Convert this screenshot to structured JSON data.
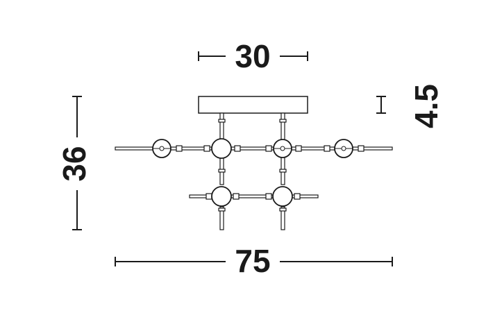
{
  "dimensions": {
    "top_width": "30",
    "overall_height": "36",
    "canopy_depth": "4.5",
    "overall_width": "75"
  },
  "colors": {
    "line": "#1a1a1a",
    "background": "#ffffff"
  }
}
